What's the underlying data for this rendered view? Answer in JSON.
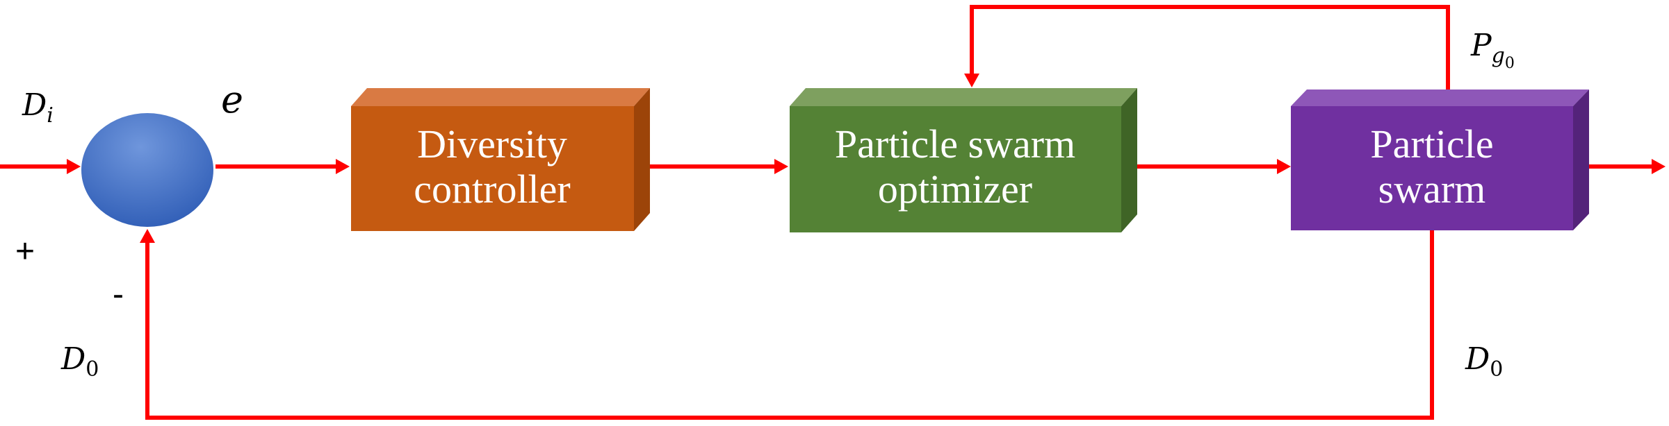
{
  "colors": {
    "signal": "#ff0000",
    "summing_junction": "#3d6cc8",
    "diversity_controller": "#c55a11",
    "particle_swarm_optimizer": "#548235",
    "particle_swarm": "#7030a0"
  },
  "blocks": {
    "diversity_controller": {
      "line1": "Diversity",
      "line2": "controller"
    },
    "particle_swarm_optimizer": {
      "line1": "Particle swarm",
      "line2": "optimizer"
    },
    "particle_swarm": {
      "line1": "Particle",
      "line2": "swarm"
    }
  },
  "labels": {
    "input_symbol": "D",
    "input_subscript": "i",
    "error": "e",
    "plus": "+",
    "minus": "-",
    "feedback_left_symbol": "D",
    "feedback_left_subscript": "0",
    "feedback_right_symbol": "D",
    "feedback_right_subscript": "0",
    "pg_symbol": "P",
    "pg_subscript": "g",
    "pg_subsubscript": "0"
  }
}
